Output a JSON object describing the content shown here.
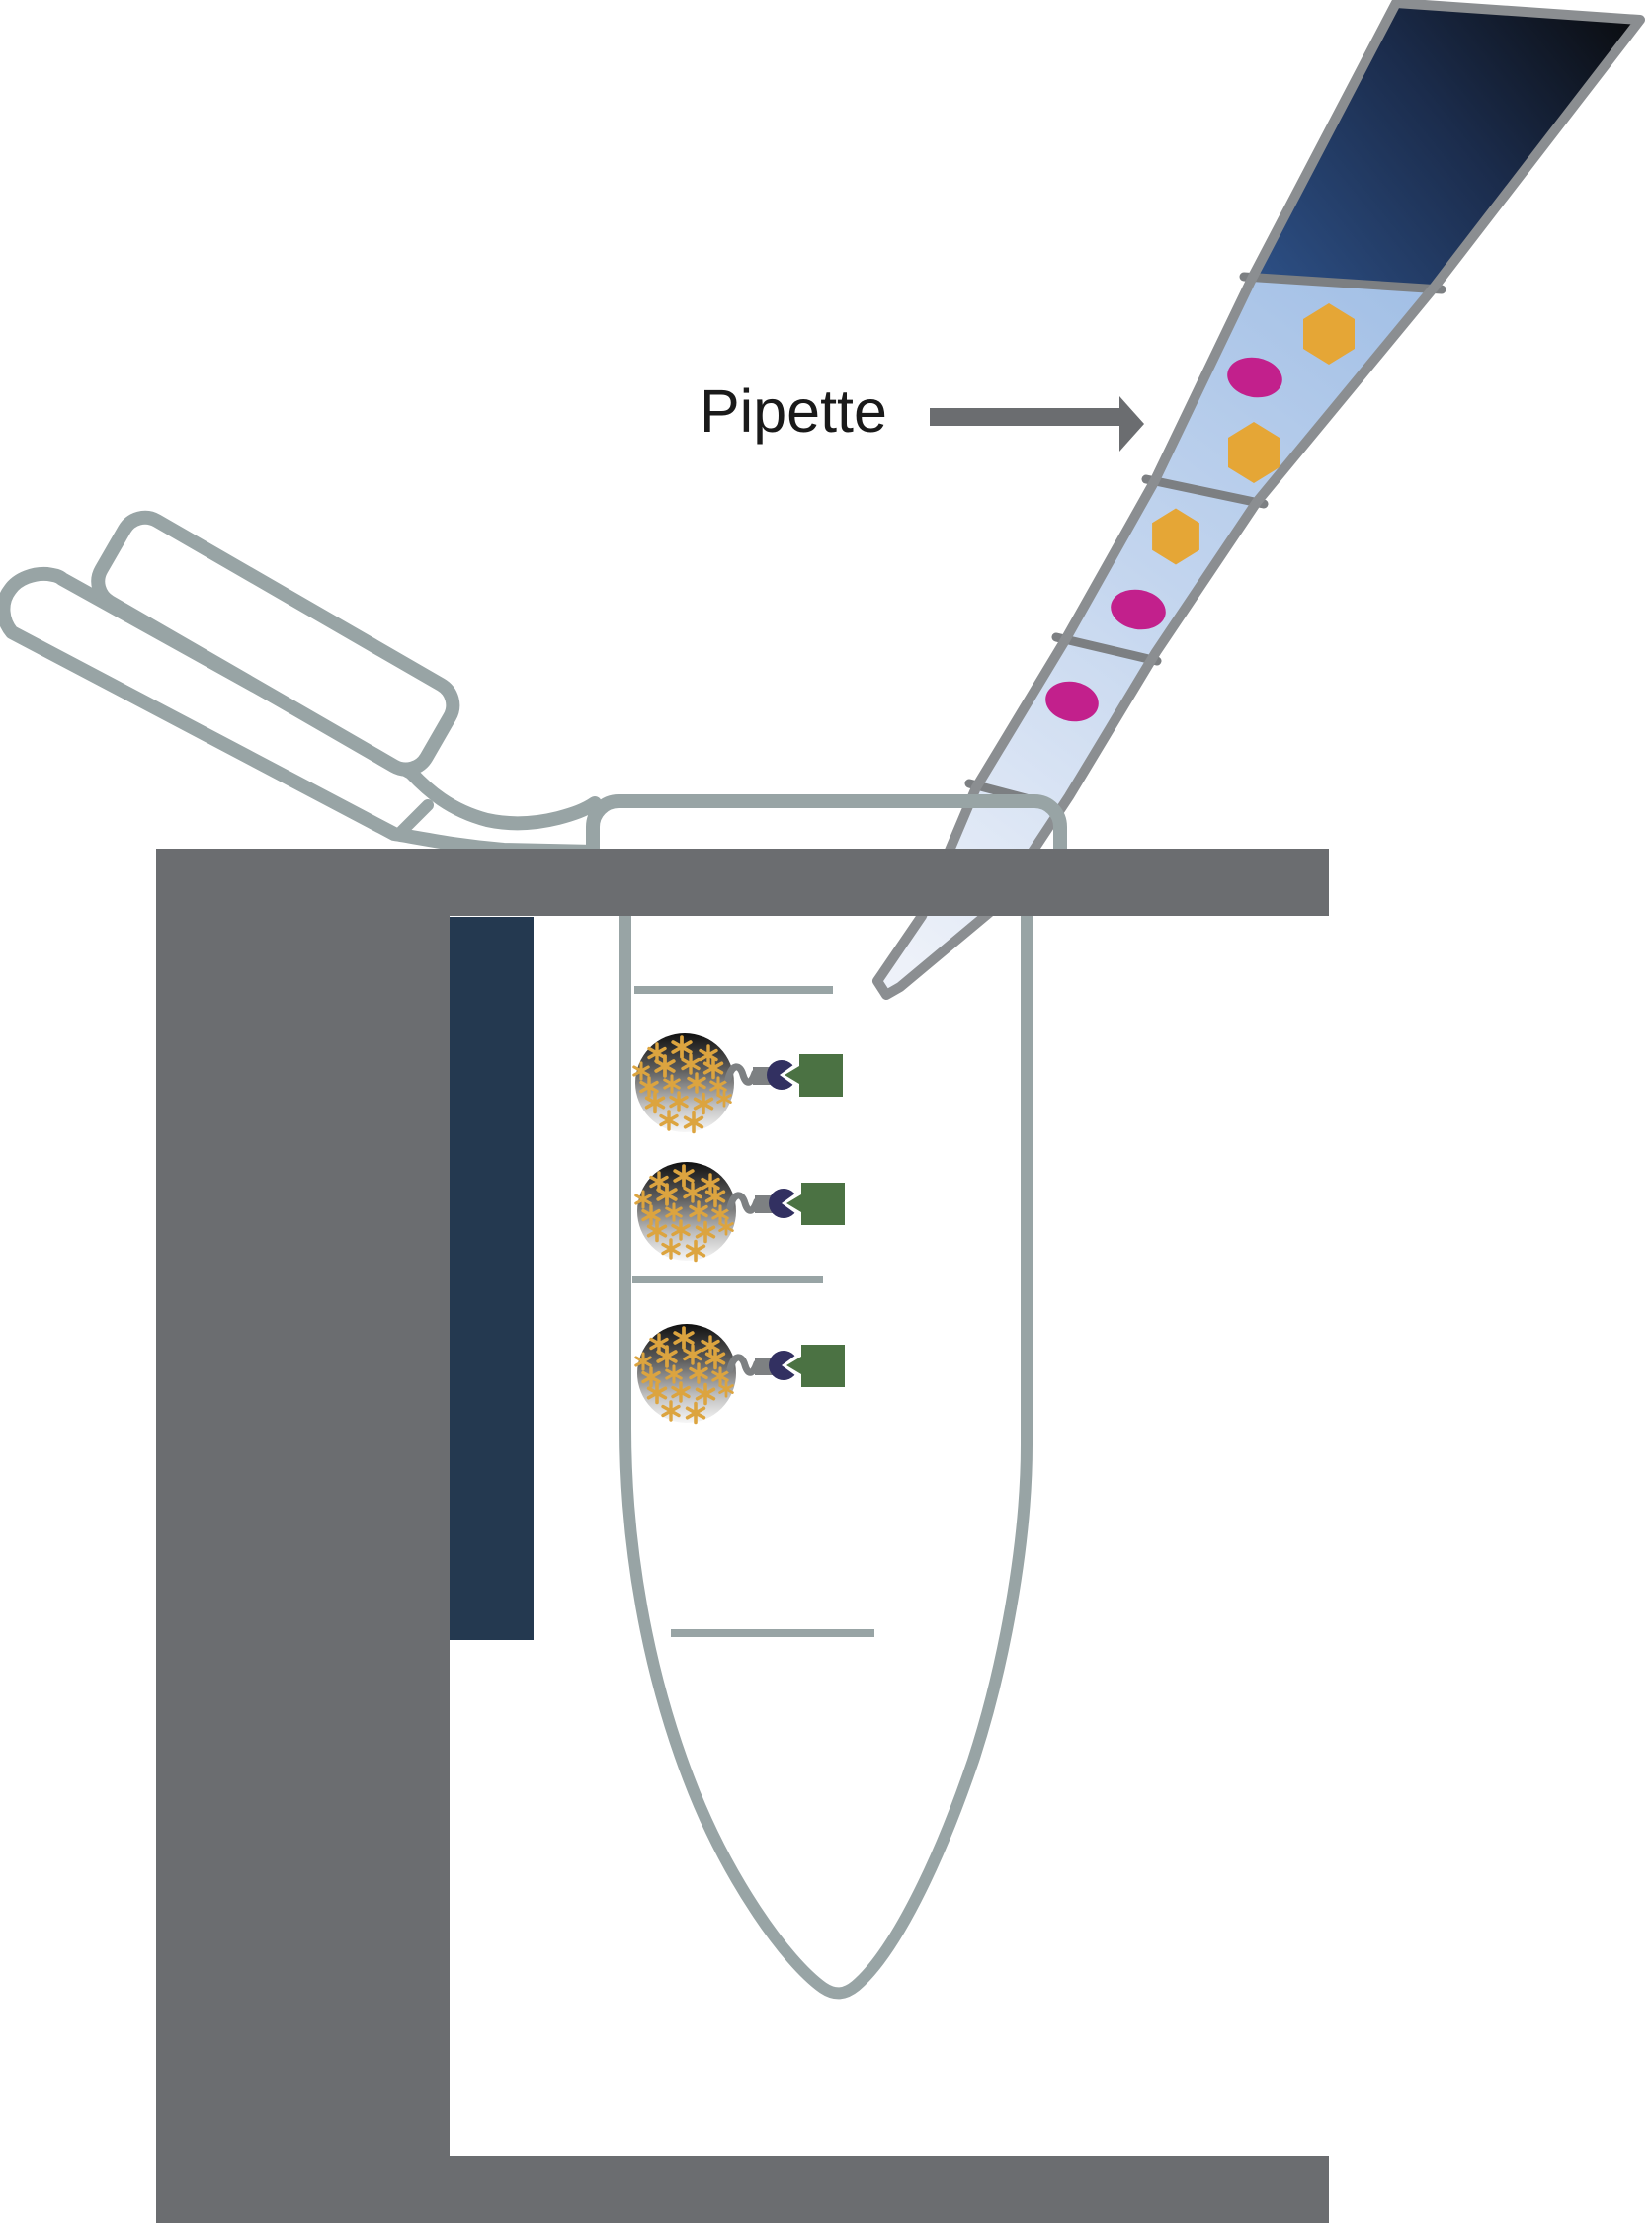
{
  "figure": {
    "pipette_label": "Pipette",
    "bead_count": 3,
    "graduation_mark_count": 3,
    "tip_compartments": [
      {
        "position": "top",
        "content": "dark fluid"
      },
      {
        "position": "upper",
        "content": [
          "hexagon",
          "oval",
          "hexagon"
        ]
      },
      {
        "position": "middle",
        "content": [
          "hexagon",
          "oval"
        ]
      },
      {
        "position": "lower",
        "content": [
          "oval"
        ]
      }
    ],
    "bead_complex_parts": [
      "star-filled bead",
      "wavy linker",
      "navy receptor",
      "green tag"
    ]
  },
  "colors": {
    "rack_gray": "#6b6d70",
    "tube_outline": "#98a4a5",
    "pipette_outline": "#8b8e91",
    "divider_gray": "#7c7f82",
    "insert_navy": "#243950",
    "barrel_blue": "#2d5086",
    "barrel_dark": "#0b0d11",
    "liquid_light": "#e9eff8",
    "liquid_blue": "#a3c0e6",
    "magenta": "#c2208c",
    "orange": "#e5a636",
    "star_gold": "#dca43f",
    "linker_gray": "#7d8082",
    "receptor_navy": "#323061",
    "tag_green": "#4b7243",
    "label_black": "#1a1a1a",
    "arrow_gray": "#6b6d70"
  }
}
